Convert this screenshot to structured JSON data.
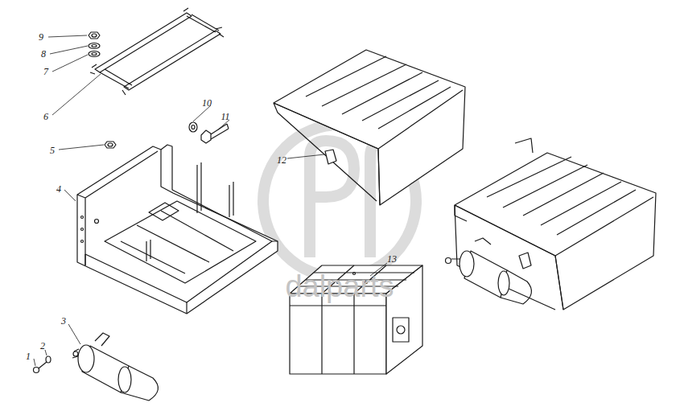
{
  "diagram": {
    "labels": [
      "9",
      "8",
      "7",
      "6",
      "10",
      "11",
      "5",
      "12",
      "4",
      "13",
      "3",
      "2",
      "1",
      "dalparts"
    ]
  }
}
